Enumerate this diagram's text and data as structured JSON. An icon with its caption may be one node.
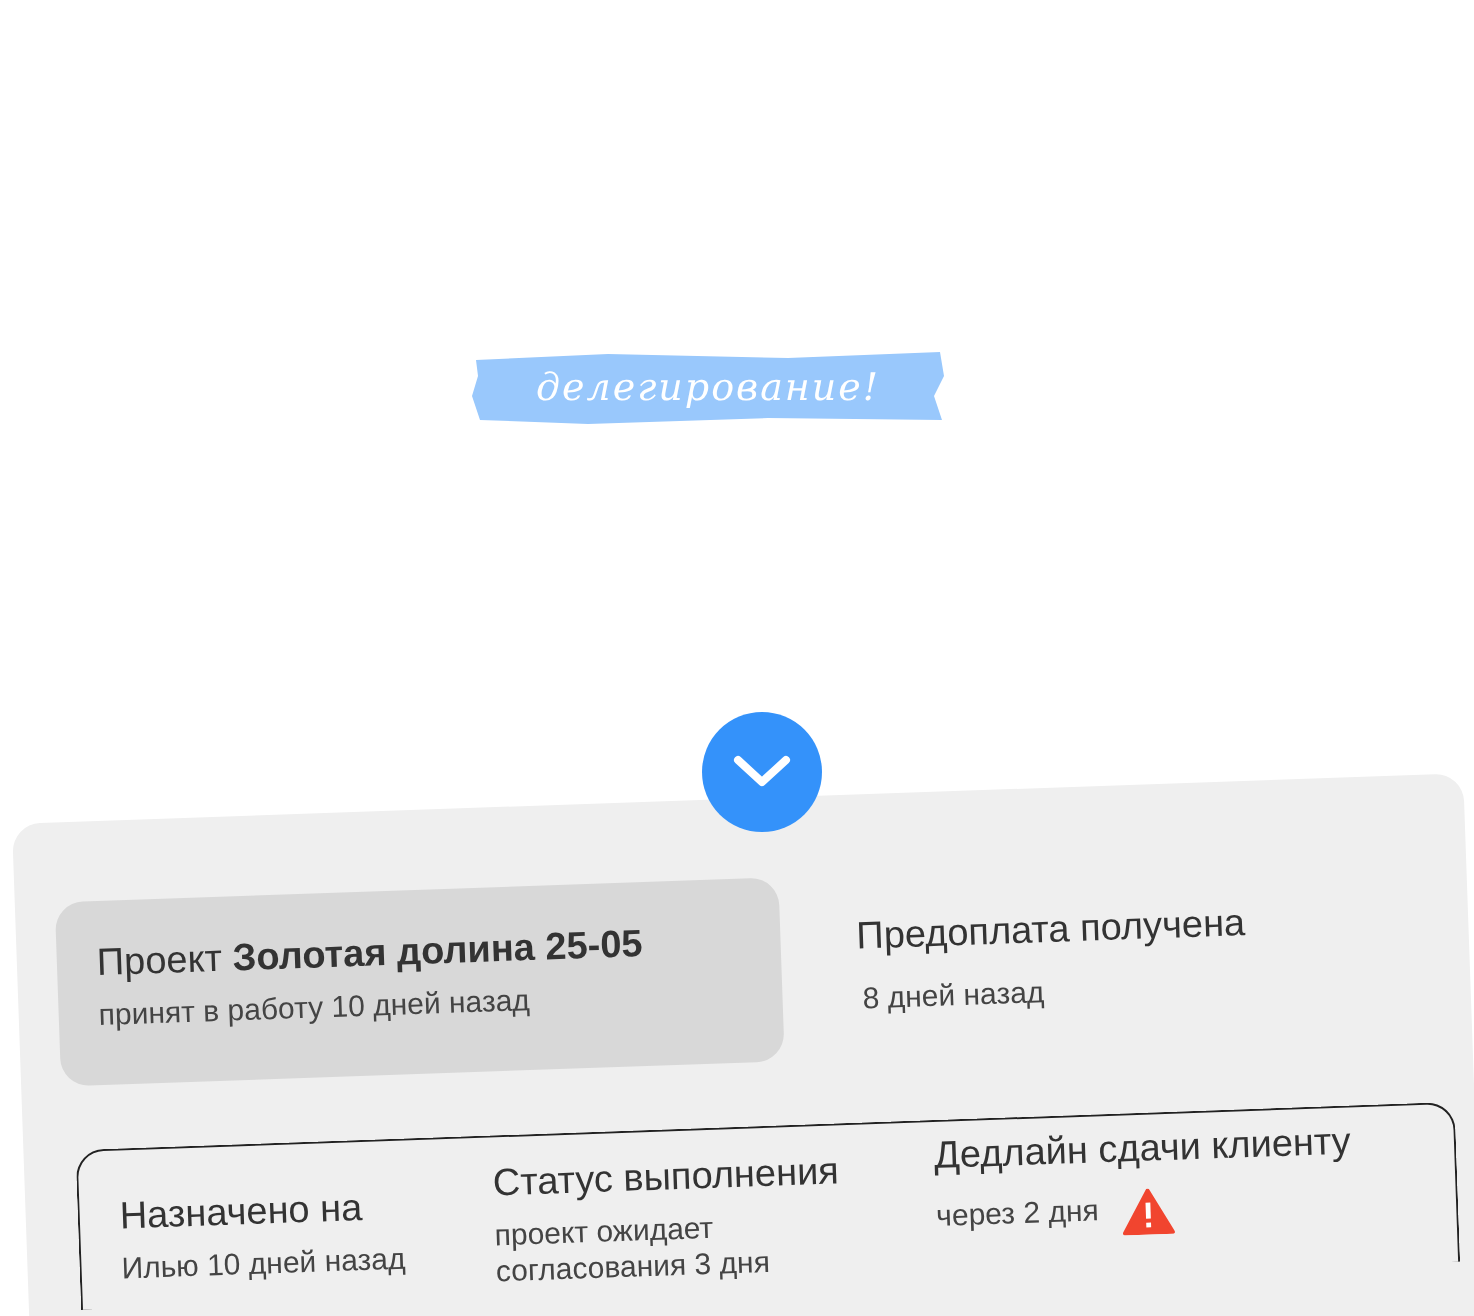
{
  "diagram": {
    "nodes": [
      {
        "text": [
          "делегирование!"
        ]
      },
      {
        "text": [],
        "shape": "box"
      },
      {
        "text": [
          "Проект **Золотая долина 25-05**",
          "принят в работу 10 дней назад"
        ],
        "in": 1
      },
      {
        "text": [],
        "shape": "box",
        "in": 1
      }
    ],
    "labels": [
      "Предоплата получена",
      "8 дней назад",
      "Назначено на",
      "Илью 10 дней назад",
      "Статус выполнения",
      "проект ожидает согласования 3 дня",
      "Дедлайн сдачи клиенту",
      "через 2 дня"
    ]
  }
}
